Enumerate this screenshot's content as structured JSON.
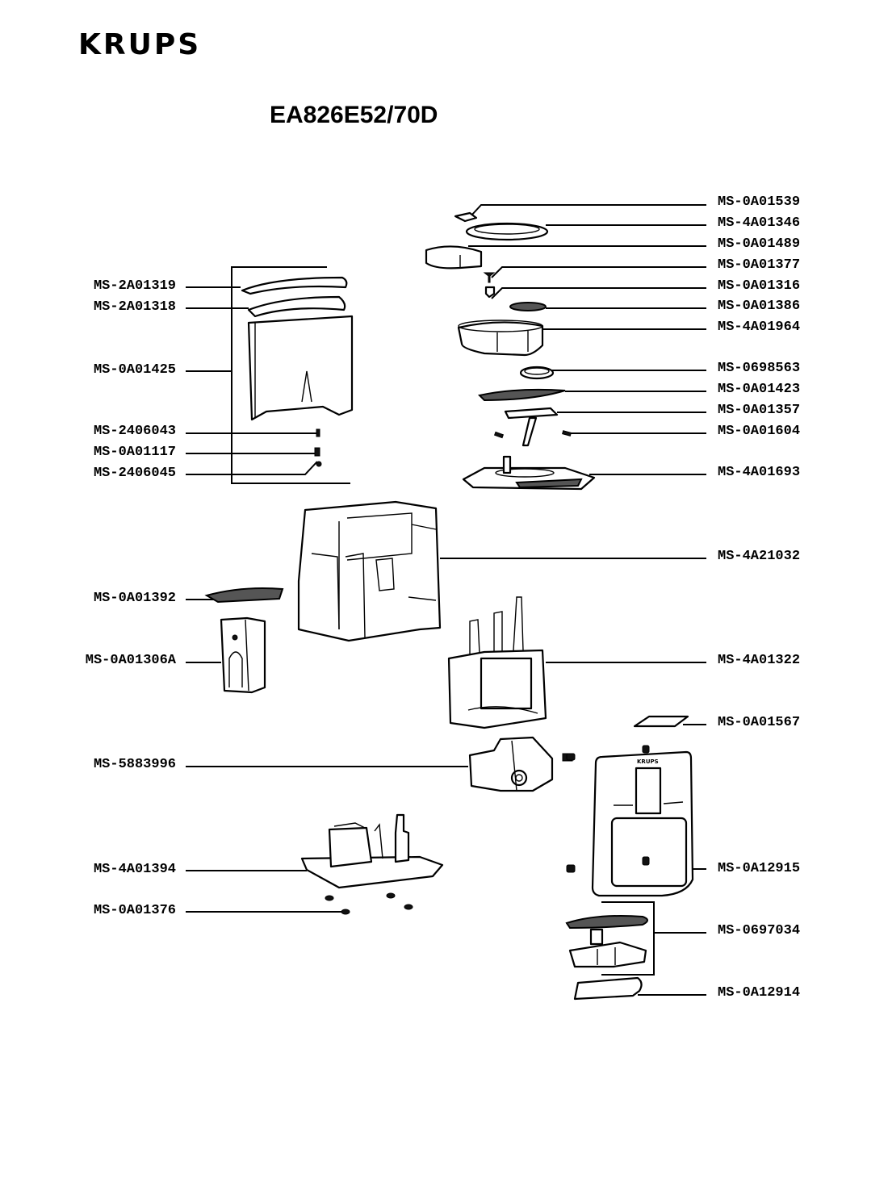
{
  "header": {
    "brand": "KRUPS",
    "model": "EA826E52/70D"
  },
  "labels_right": [
    "MS-0A01539",
    "MS-4A01346",
    "MS-0A01489",
    "MS-0A01377",
    "MS-0A01316",
    "MS-0A01386",
    "MS-4A01964",
    "MS-0698563",
    "MS-0A01423",
    "MS-0A01357",
    "MS-0A01604",
    "MS-4A01693",
    "MS-4A21032",
    "MS-4A01322",
    "MS-0A01567",
    "MS-0A12915",
    "MS-0697034",
    "MS-0A12914"
  ],
  "labels_left": [
    "MS-2A01319",
    "MS-2A01318",
    "MS-0A01425",
    "MS-2406043",
    "MS-0A01117",
    "MS-2406045",
    "MS-0A01392",
    "MS-0A01306A",
    "MS-5883996",
    "MS-4A01394",
    "MS-0A01376"
  ],
  "front_panel_logo": "KRUPS"
}
